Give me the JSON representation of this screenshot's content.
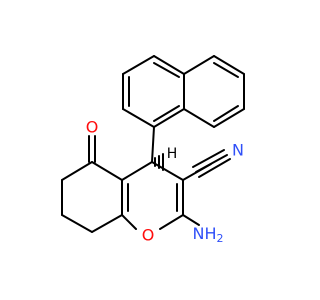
{
  "atoms": {
    "oxygen_ketone": {
      "symbol": "O",
      "color": "#ff0d0d"
    },
    "oxygen_ring": {
      "symbol": "O",
      "color": "#ff0d0d"
    },
    "nitrogen_nitrile": {
      "symbol": "N",
      "color": "#3050f8"
    },
    "hydrogen_stereo": {
      "symbol": "H",
      "color": "#000000"
    },
    "amino_group": {
      "symbol": "NH",
      "subscript": "2",
      "color": "#3050f8"
    }
  },
  "colors": {
    "bond": "#000000",
    "background": "#ffffff"
  }
}
